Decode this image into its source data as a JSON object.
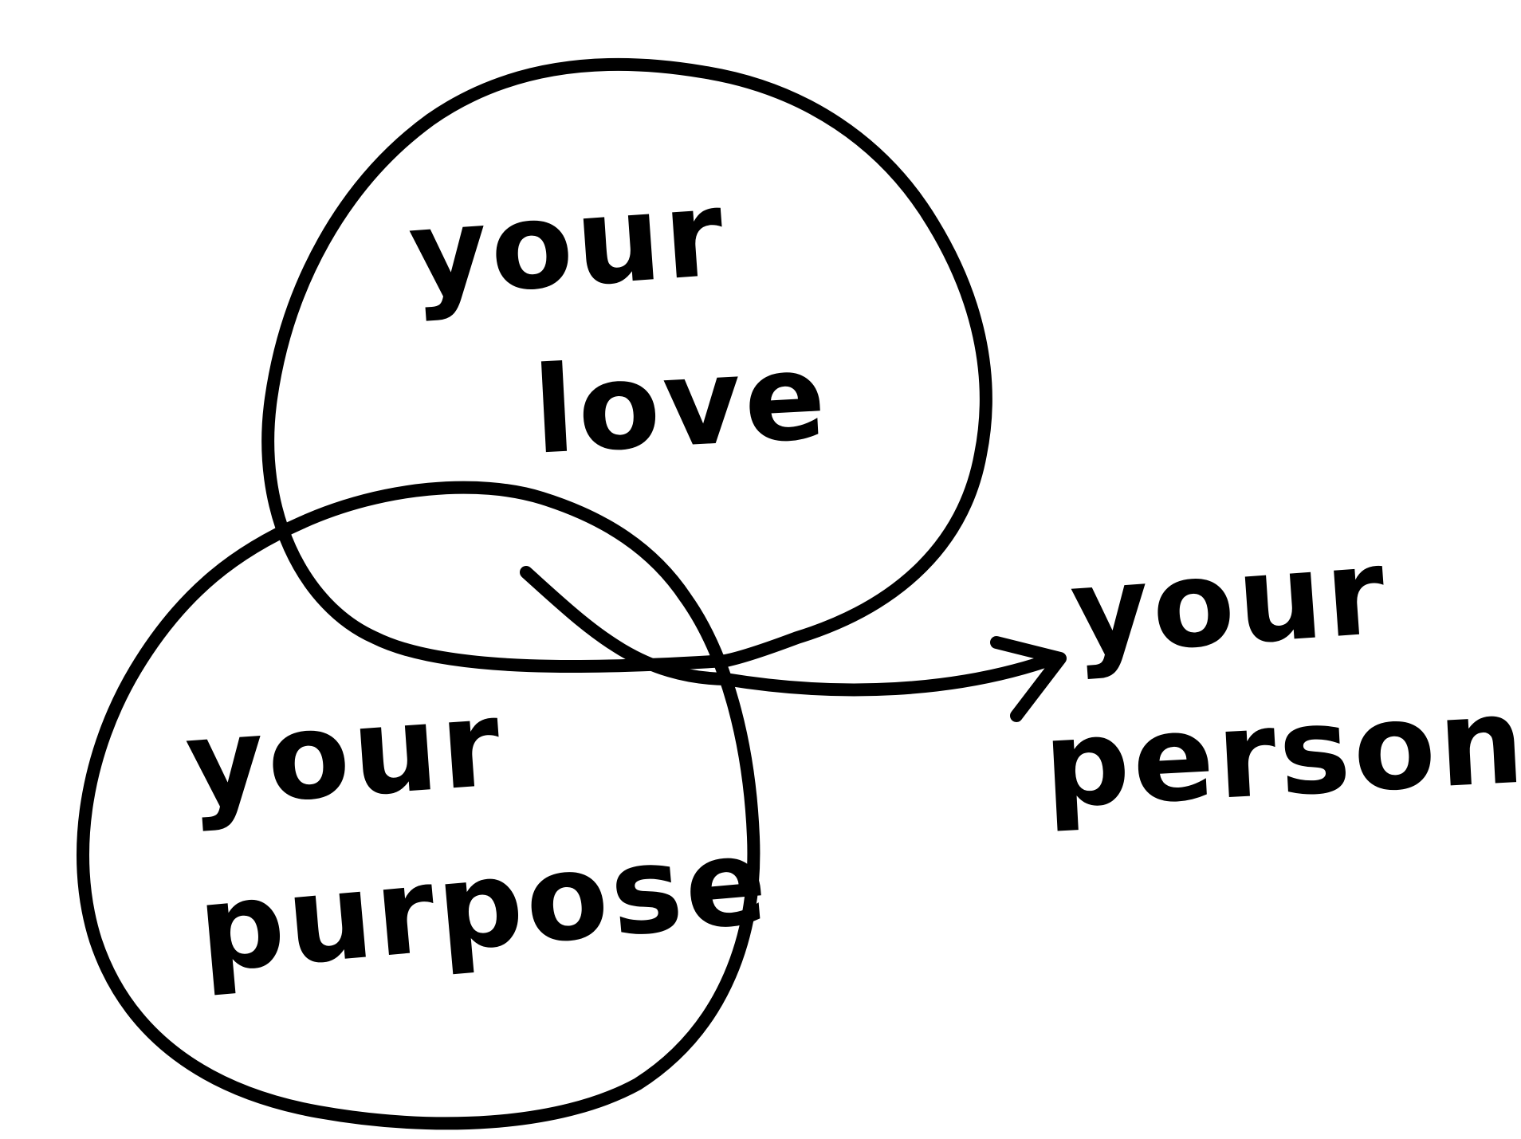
{
  "diagram": {
    "circles": [
      {
        "label_line1": "your",
        "label_line2": "love"
      },
      {
        "label_line1": "your",
        "label_line2": "purpose"
      }
    ],
    "result": {
      "label_line1": "your",
      "label_line2": "person"
    },
    "colors": {
      "ink": "#000000",
      "background": "#ffffff"
    }
  }
}
